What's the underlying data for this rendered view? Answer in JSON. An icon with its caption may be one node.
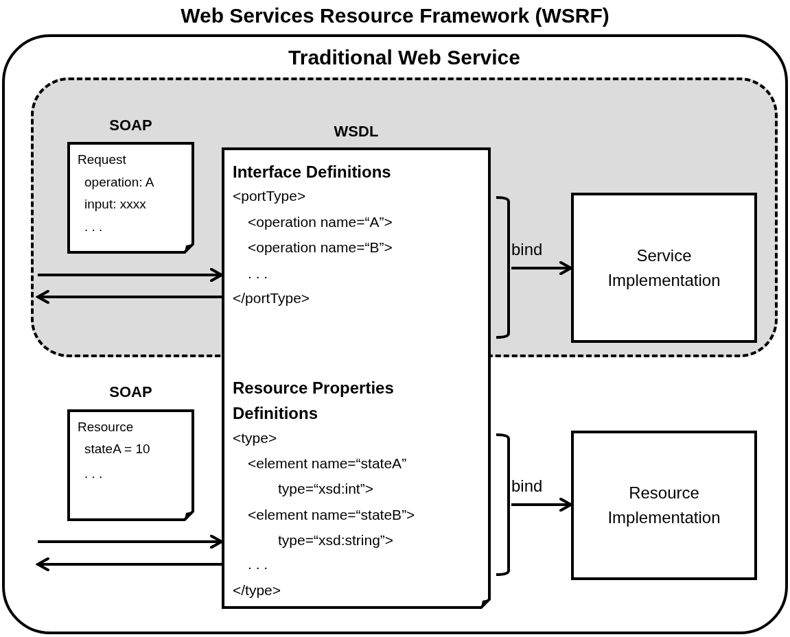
{
  "diagram": {
    "nodes": [
      {
        "text": [
          "Web Services Resource Framework (WSRF)"
        ]
      },
      {
        "text": [
          "Traditional Web Service"
        ],
        "in": 0
      },
      {
        "text": [
          "SOAP",
          "Request",
          "operation: A",
          "input: xxxx",
          ". . ."
        ],
        "in": 1
      },
      {
        "text": [
          "Interface Definitions",
          "<portType>",
          "<operation name=“A”>",
          "<operation name=“B”>",
          ". . .",
          "</portType>",
          "Resource Properties Definitions",
          "<type>",
          "<element name=“stateA”",
          "type=“xsd:int”>",
          "<element name=“stateB”>",
          "type=“xsd:string”>",
          ". . .",
          "</type>"
        ],
        "in": 0
      },
      {
        "text": [],
        "shape": "bracket",
        "in": 1
      },
      {
        "text": [
          "Service Implementation"
        ],
        "in": 1
      },
      {
        "text": [
          "SOAP",
          "Resource",
          "stateA = 10",
          ". . ."
        ],
        "in": 0
      },
      {
        "text": [],
        "shape": "bracket",
        "in": 0
      },
      {
        "text": [
          "Resource Implementation"
        ],
        "in": 0
      }
    ],
    "edges": [
      {
        "from": 1,
        "to": 3,
        "arrow": "to"
      },
      {
        "from": 3,
        "to": 1,
        "arrow": "to"
      },
      {
        "from": 4,
        "to": 5,
        "arrow": "to",
        "label": "bind"
      },
      {
        "from": null,
        "to": 3,
        "arrow": "to"
      },
      {
        "from": 3,
        "to": null,
        "arrow": "to"
      },
      {
        "from": 7,
        "to": 8,
        "arrow": "to",
        "label": "bind"
      }
    ],
    "labels": [
      "WSDL"
    ]
  }
}
